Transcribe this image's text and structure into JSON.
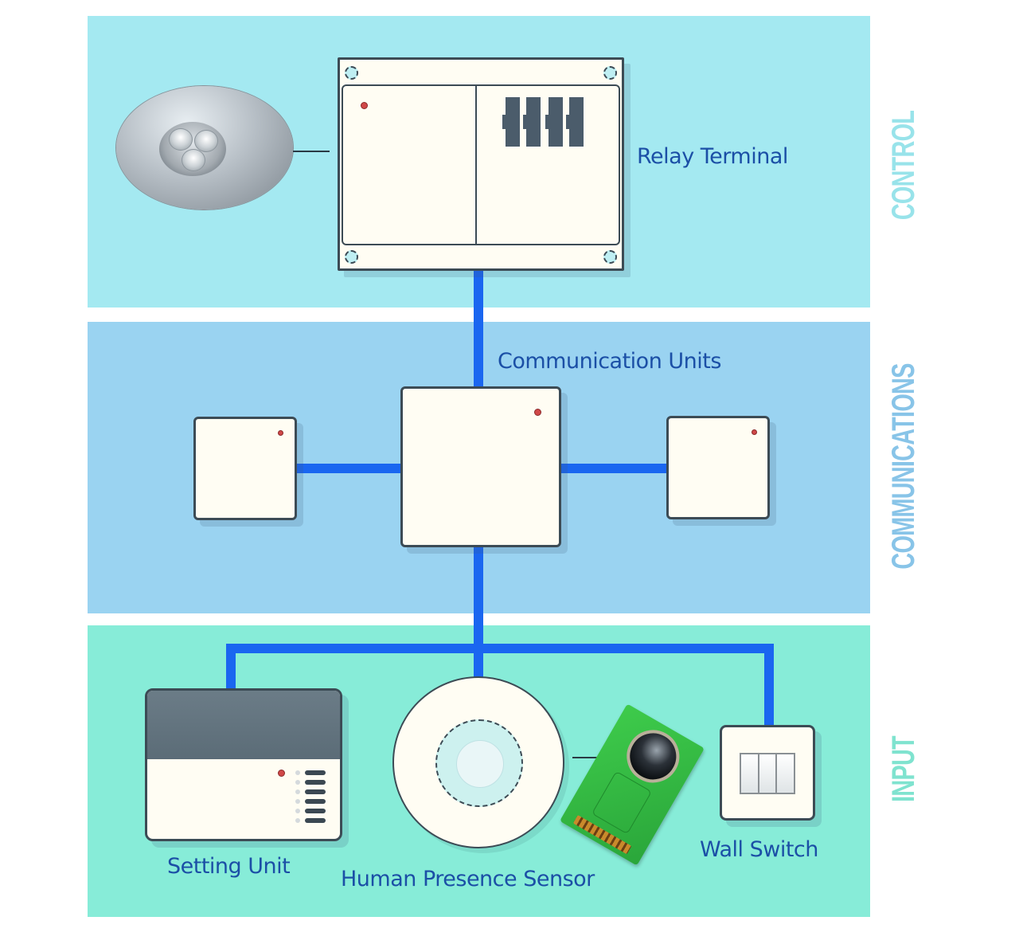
{
  "diagram": {
    "type": "system-architecture",
    "layers": [
      {
        "id": "control",
        "label": "CONTROL",
        "color": "#a4e9f1",
        "label_color": "#98e3ea"
      },
      {
        "id": "communications",
        "label": "COMMUNICATIONS",
        "color": "#9ad3f1",
        "label_color": "#88c4e8"
      },
      {
        "id": "input",
        "label": "INPUT",
        "color": "#87ecd8",
        "label_color": "#7fe3cf"
      }
    ],
    "nodes": {
      "lamp": {
        "label": "",
        "icon": "downlight-icon",
        "layer": "control"
      },
      "relay_terminal": {
        "label": "Relay Terminal",
        "layer": "control"
      },
      "communication_units": {
        "label": "Communication Units",
        "layer": "communications",
        "count": 3
      },
      "setting_unit": {
        "label": "Setting Unit",
        "layer": "input"
      },
      "human_presence_sensor": {
        "label": "Human Presence Sensor",
        "layer": "input"
      },
      "sensor_module": {
        "label": "",
        "icon": "pcb-sensor-module-icon",
        "layer": "input"
      },
      "wall_switch": {
        "label": "Wall Switch",
        "layer": "input"
      }
    },
    "edges": [
      {
        "from": "lamp",
        "to": "relay_terminal",
        "style": "thin"
      },
      {
        "from": "relay_terminal",
        "to": "communication_units",
        "style": "bus"
      },
      {
        "from": "communication_units.center",
        "to": "communication_units.left",
        "style": "bus"
      },
      {
        "from": "communication_units.center",
        "to": "communication_units.right",
        "style": "bus"
      },
      {
        "from": "communication_units",
        "to": "setting_unit",
        "style": "bus"
      },
      {
        "from": "communication_units",
        "to": "human_presence_sensor",
        "style": "bus"
      },
      {
        "from": "communication_units",
        "to": "wall_switch",
        "style": "bus"
      },
      {
        "from": "human_presence_sensor",
        "to": "sensor_module",
        "style": "thin"
      }
    ],
    "colors": {
      "bus": "#1a66f0",
      "label_text": "#1b4fa6",
      "device_body": "#fffdf3",
      "device_outline": "#3c4b55",
      "indicator_led": "#d04848"
    }
  }
}
